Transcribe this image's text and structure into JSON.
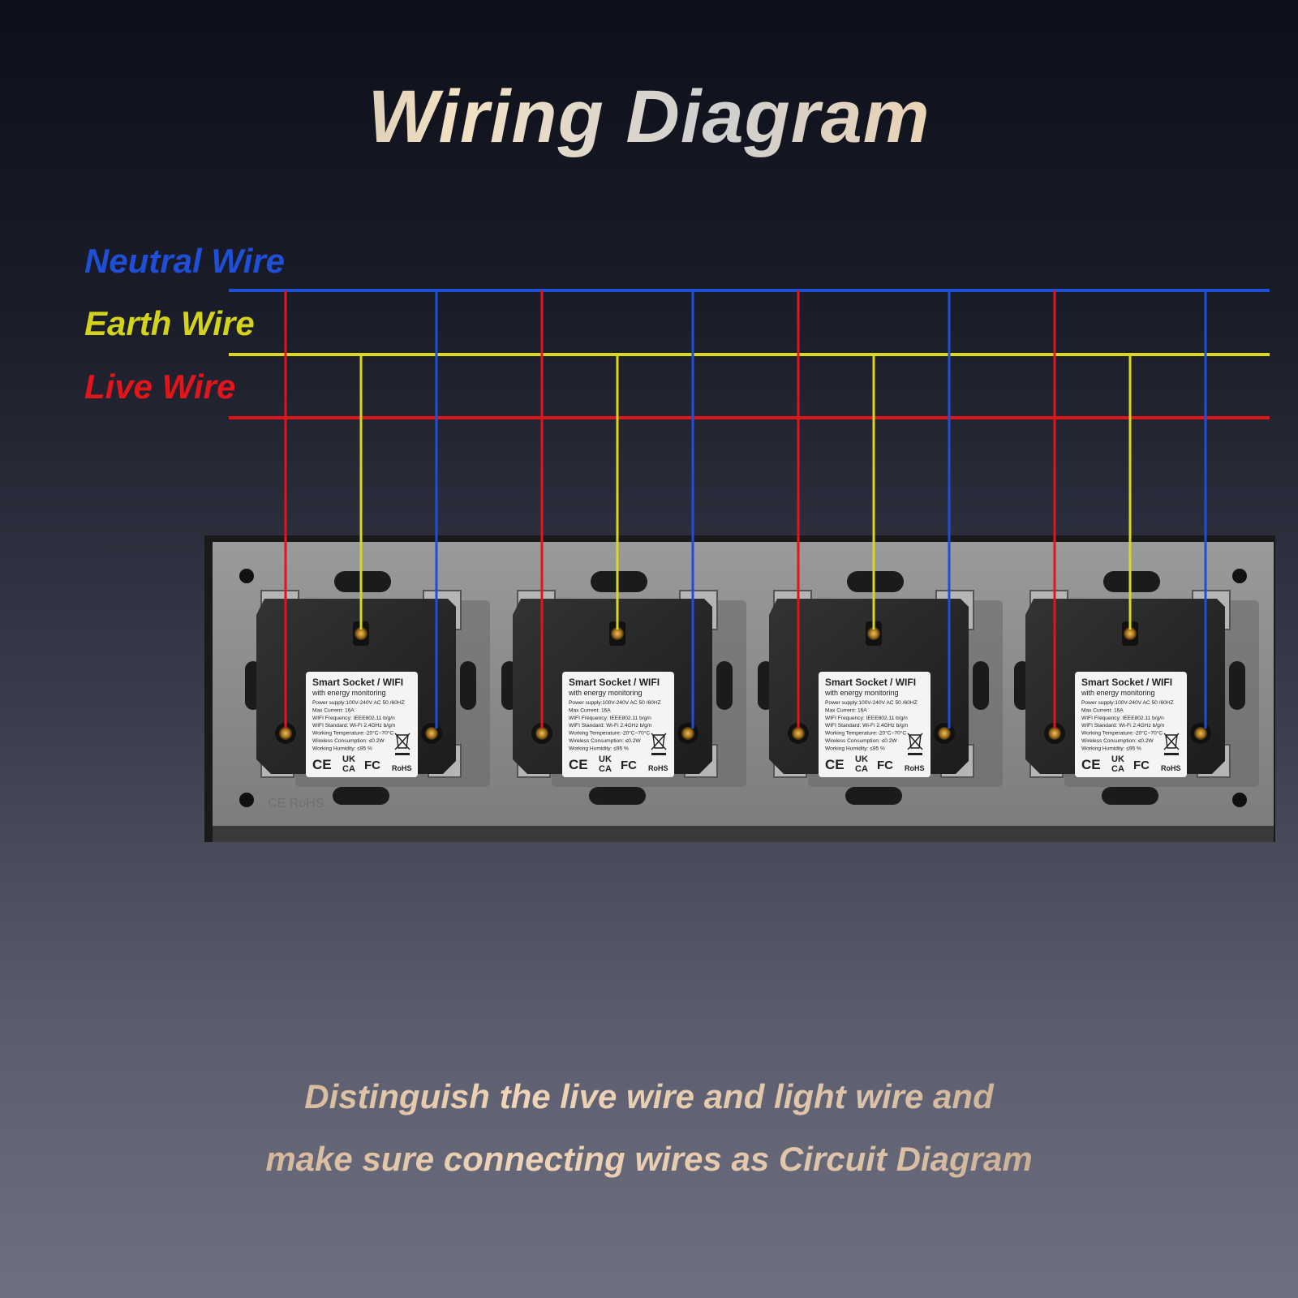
{
  "title": "Wiring Diagram",
  "legend": {
    "neutral": "Neutral Wire",
    "earth": "Earth Wire",
    "live": "Live Wire"
  },
  "colors": {
    "neutral": "#1f4fd6",
    "earth": "#d8d81e",
    "live": "#e0161b",
    "plate": "#8c8c8c",
    "module": "#2a2a2a",
    "caption_gold": "#e9cdb0"
  },
  "socket_label": {
    "title": "Smart Socket / WIFI",
    "subtitle": "with energy  monitoring",
    "specs": [
      "Power supply:100V-240V AC  50 /60HZ",
      "Max Current: 16A",
      "WIFI Frequency: IEEE802.11 b/g/n",
      "WIFI Standard: Wi-Fi 2.4GHz b/g/n",
      "Working Temperature:-20°C~70°C",
      "Wireless Consumption: ≤0.2W",
      "Working Humidity: ≤95 %"
    ],
    "marks": [
      "CE",
      "UK CA",
      "FC",
      "RoHS"
    ]
  },
  "plate_marking": "CE RoHS",
  "socket_count": 4,
  "caption": {
    "line1": "Distinguish the live wire and light wire and",
    "line2": "make sure connecting wires as Circuit Diagram"
  }
}
